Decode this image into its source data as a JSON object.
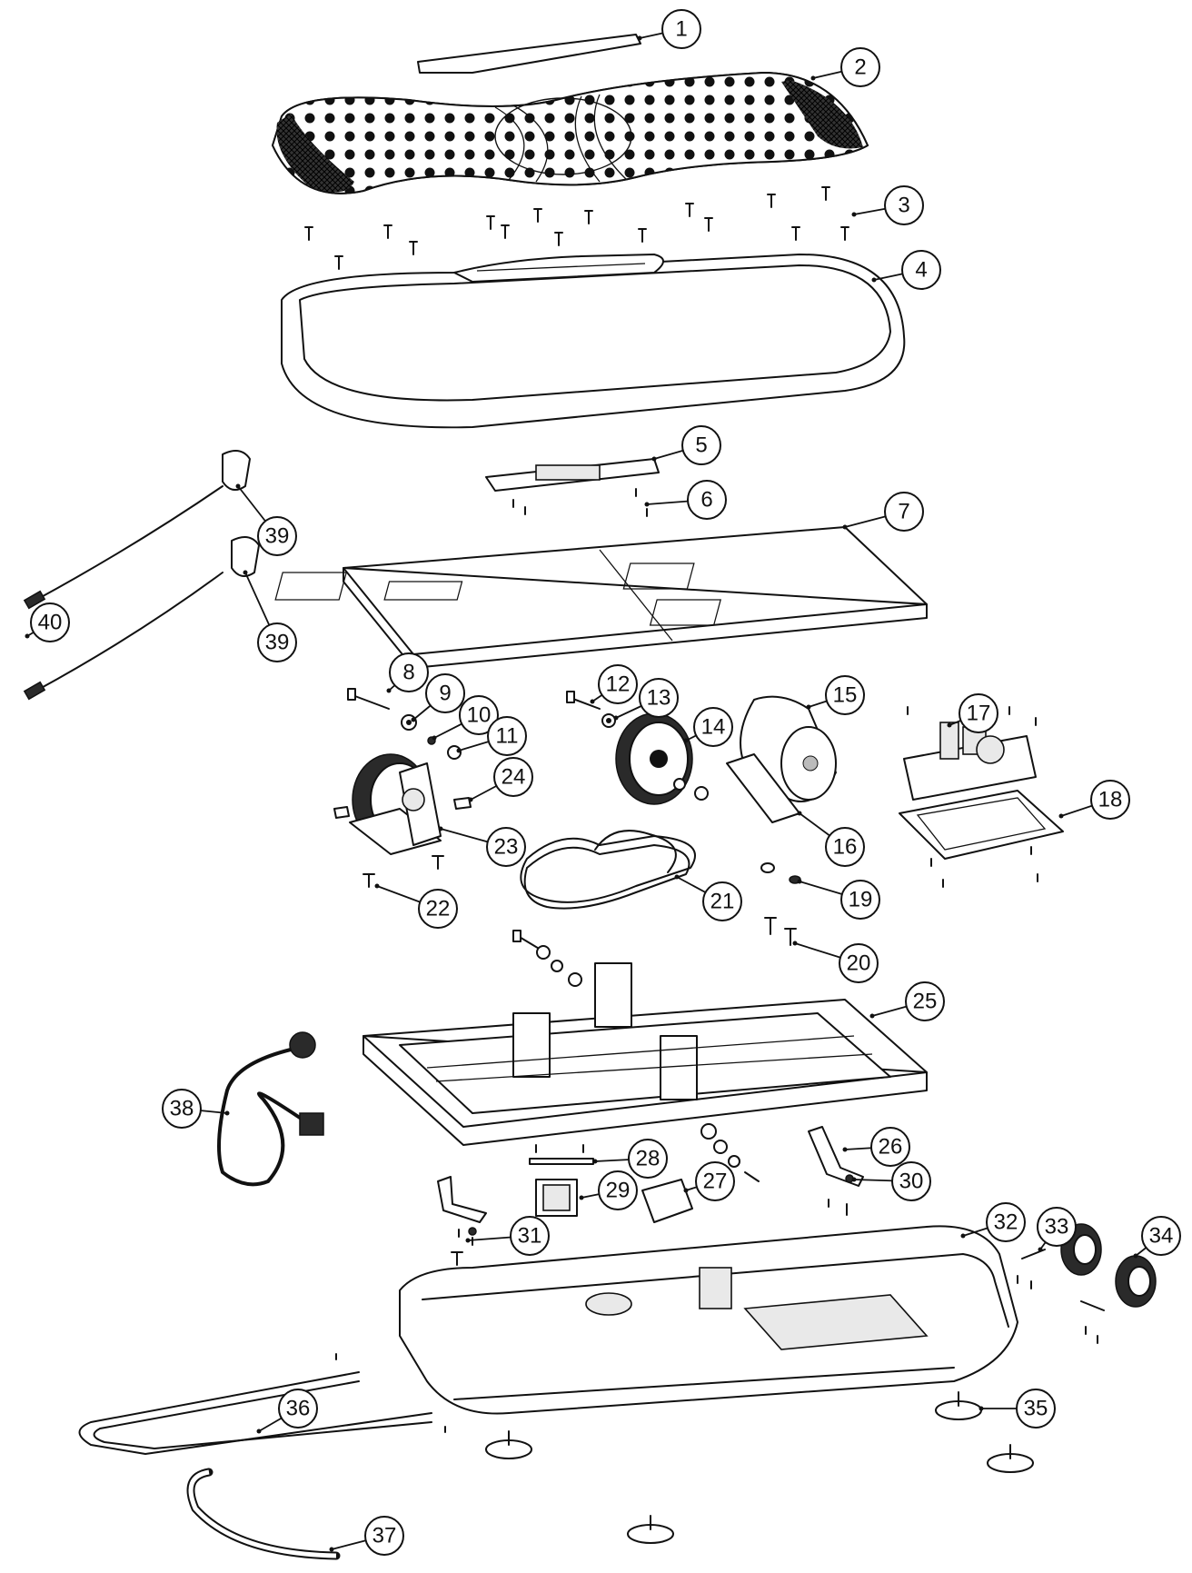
{
  "diagram": {
    "type": "exploded-parts-view",
    "callouts": [
      {
        "number": "1"
      },
      {
        "number": "2"
      },
      {
        "number": "3"
      },
      {
        "number": "4"
      },
      {
        "number": "5"
      },
      {
        "number": "6"
      },
      {
        "number": "7"
      },
      {
        "number": "8"
      },
      {
        "number": "9"
      },
      {
        "number": "10"
      },
      {
        "number": "11"
      },
      {
        "number": "12"
      },
      {
        "number": "13"
      },
      {
        "number": "14"
      },
      {
        "number": "15"
      },
      {
        "number": "16"
      },
      {
        "number": "17"
      },
      {
        "number": "18"
      },
      {
        "number": "19"
      },
      {
        "number": "20"
      },
      {
        "number": "21"
      },
      {
        "number": "22"
      },
      {
        "number": "23"
      },
      {
        "number": "24"
      },
      {
        "number": "25"
      },
      {
        "number": "26"
      },
      {
        "number": "27"
      },
      {
        "number": "28"
      },
      {
        "number": "29"
      },
      {
        "number": "30"
      },
      {
        "number": "31"
      },
      {
        "number": "32"
      },
      {
        "number": "33"
      },
      {
        "number": "34"
      },
      {
        "number": "35"
      },
      {
        "number": "36"
      },
      {
        "number": "37"
      },
      {
        "number": "38"
      },
      {
        "number": "39"
      },
      {
        "number": "39"
      },
      {
        "number": "40"
      }
    ]
  }
}
